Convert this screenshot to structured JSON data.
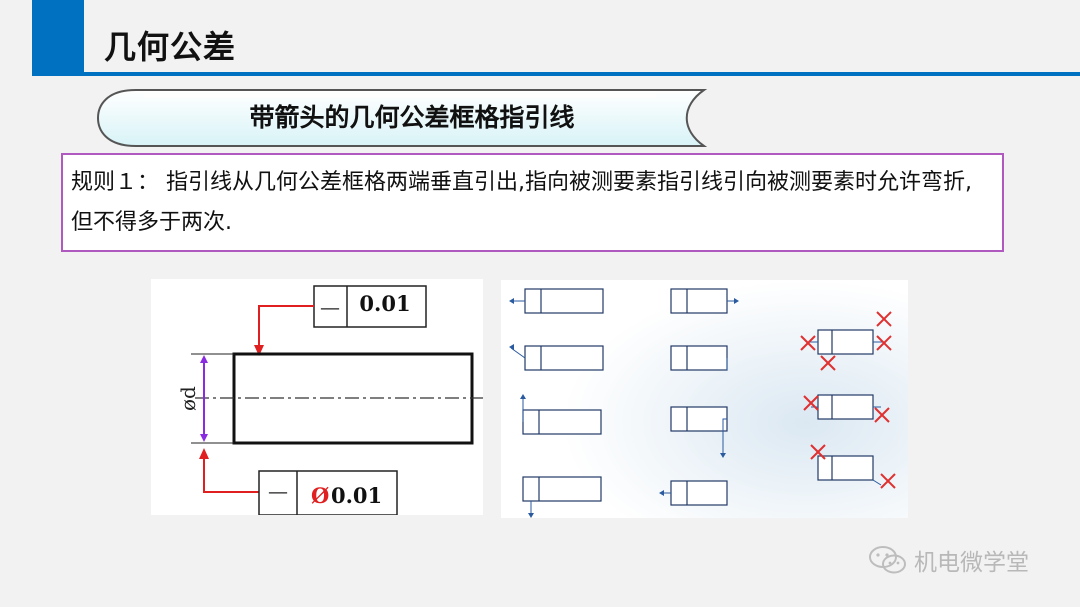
{
  "slide": {
    "title": "几何公差",
    "banner_title": "带箭头的几何公差框格指引线",
    "rule_text": "规则１： 指引线从几何公差框格两端垂直引出,指向被测要素指引线引向被测要素时允许弯折,但不得多于两次."
  },
  "figure_left": {
    "top_frame_symbol": "—",
    "top_frame_value": "0.01",
    "bottom_frame_symbol": "—",
    "bottom_frame_value": "0.01",
    "bottom_frame_prefix": "Ø",
    "dimension_label": "ød"
  },
  "watermark": {
    "text": "机电微学堂",
    "icon": "wechat-icon"
  },
  "colors": {
    "accent_blue": "#0070c0",
    "rule_border": "#b05abf",
    "leader_red": "#e02020",
    "dimension_purple": "#8a2be2",
    "cross_red": "#e03030"
  }
}
